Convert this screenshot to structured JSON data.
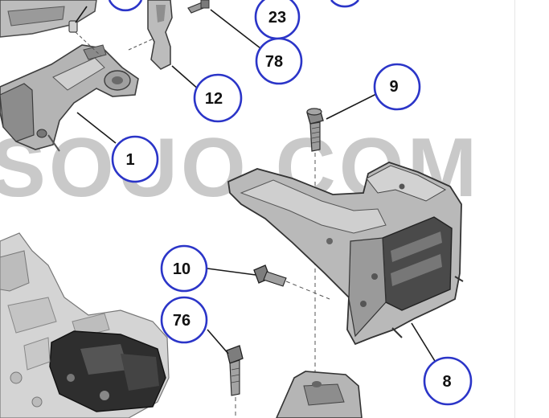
{
  "diagram": {
    "watermark": "TSOUO.COM",
    "callouts": [
      {
        "id": "c23",
        "label": "23"
      },
      {
        "id": "c78",
        "label": "78"
      },
      {
        "id": "c12",
        "label": "12"
      },
      {
        "id": "c9",
        "label": "9"
      },
      {
        "id": "c1",
        "label": "1"
      },
      {
        "id": "c10",
        "label": "10"
      },
      {
        "id": "c76",
        "label": "76"
      },
      {
        "id": "c8",
        "label": "8"
      }
    ],
    "colors": {
      "callout_ring": "#2b35c8",
      "leader_line": "#1a1a1a",
      "part_fill": "#b7b7b7",
      "part_shadow": "#6e6e6e",
      "part_dark": "#2a2a2a",
      "watermark": "#c9c9c9"
    }
  }
}
